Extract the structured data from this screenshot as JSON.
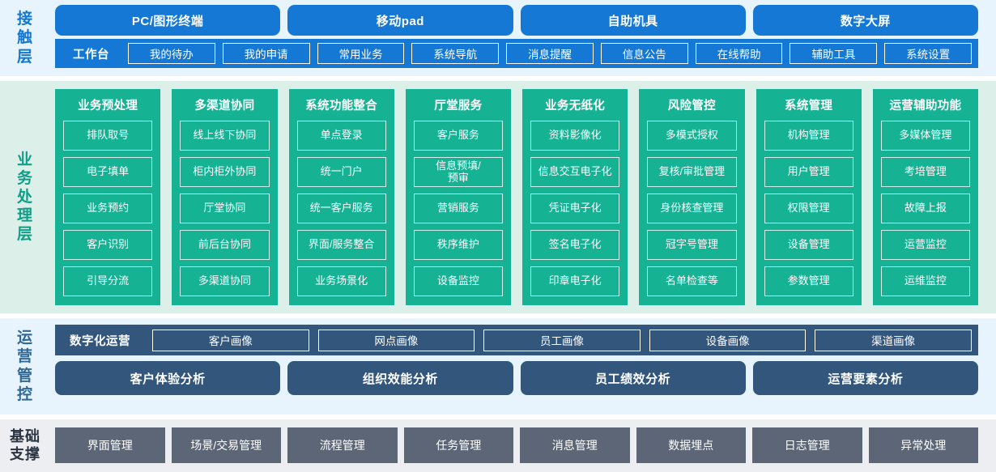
{
  "colors": {
    "contact_band_bg": "#e8f4fd",
    "contact_blue": "#1478d4",
    "business_band_bg": "#dcefe9",
    "business_green": "#16b294",
    "ops_band_bg": "#e8f4fd",
    "ops_navy": "#33567d",
    "base_band_bg": "#eceef2",
    "base_gray": "#5c6676"
  },
  "contact_layer": {
    "label": "接触层",
    "channels": [
      "PC/图形终端",
      "移动pad",
      "自助机具",
      "数字大屏"
    ],
    "workbench_label": "工作台",
    "workbench_items": [
      "我的待办",
      "我的申请",
      "常用业务",
      "系统导航",
      "消息提醒",
      "信息公告",
      "在线帮助",
      "辅助工具",
      "系统设置"
    ]
  },
  "business_layer": {
    "label": "业务处理层",
    "columns": [
      {
        "title": "业务预处理",
        "items": [
          "排队取号",
          "电子填单",
          "业务预约",
          "客户识别",
          "引导分流"
        ]
      },
      {
        "title": "多渠道协同",
        "items": [
          "线上线下协同",
          "柜内柜外协同",
          "厅堂协同",
          "前后台协同",
          "多渠道协同"
        ]
      },
      {
        "title": "系统功能整合",
        "items": [
          "单点登录",
          "统一门户",
          "统一客户服务",
          "界面/服务整合",
          "业务场景化"
        ]
      },
      {
        "title": "厅堂服务",
        "items": [
          "客户服务",
          "信息预填/\n预审",
          "营销服务",
          "秩序维护",
          "设备监控"
        ]
      },
      {
        "title": "业务无纸化",
        "items": [
          "资料影像化",
          "信息交互电子化",
          "凭证电子化",
          "签名电子化",
          "印章电子化"
        ]
      },
      {
        "title": "风险管控",
        "items": [
          "多模式授权",
          "复核/审批管理",
          "身份核查管理",
          "冠字号管理",
          "名单检查等"
        ]
      },
      {
        "title": "系统管理",
        "items": [
          "机构管理",
          "用户管理",
          "权限管理",
          "设备管理",
          "参数管理"
        ]
      },
      {
        "title": "运营辅助功能",
        "items": [
          "多媒体管理",
          "考培管理",
          "故障上报",
          "运营监控",
          "运维监控"
        ]
      }
    ]
  },
  "ops_layer": {
    "label": "运营管控",
    "digital_label": "数字化运营",
    "portraits": [
      "客户画像",
      "网点画像",
      "员工画像",
      "设备画像",
      "渠道画像"
    ],
    "analyses": [
      "客户体验分析",
      "组织效能分析",
      "员工绩效分析",
      "运营要素分析"
    ]
  },
  "base_layer": {
    "label": "基础支撑",
    "items": [
      "界面管理",
      "场景/交易管理",
      "流程管理",
      "任务管理",
      "消息管理",
      "数据埋点",
      "日志管理",
      "异常处理"
    ]
  }
}
